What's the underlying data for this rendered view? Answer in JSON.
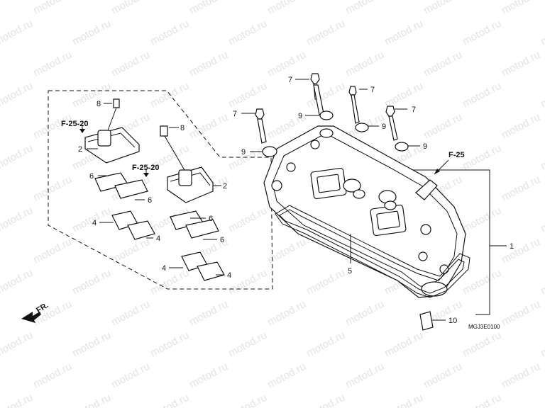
{
  "watermark": "motod.ru",
  "diagram_code": "MGJ3E0100",
  "direction_label": "FR.",
  "refs": {
    "ref_left": "F-25-20",
    "ref_mid": "F-25-20",
    "ref_right": "F-25"
  },
  "callouts": {
    "c_7a": "7",
    "c_7b": "7",
    "c_7c": "7",
    "c_7d": "7",
    "c_9a": "9",
    "c_9b": "9",
    "c_9c": "9",
    "c_9d": "9",
    "c_8a": "8",
    "c_8b": "8",
    "c_2a": "2",
    "c_2b": "2",
    "c_6a": "6",
    "c_6b": "6",
    "c_6c": "6",
    "c_6d": "6",
    "c_4a": "4",
    "c_4b": "4",
    "c_4c": "4",
    "c_4d": "4",
    "c_5": "5",
    "c_1": "1",
    "c_10": "10"
  }
}
